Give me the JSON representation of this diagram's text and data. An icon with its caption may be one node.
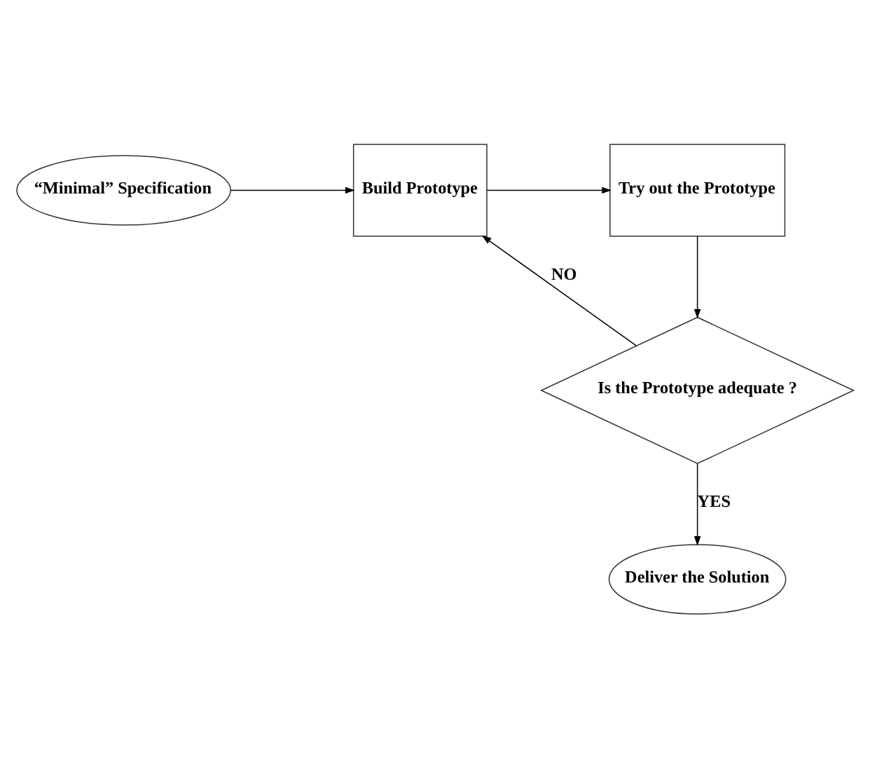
{
  "diagram": {
    "nodes": [
      {
        "text": [
          "“Minimal” Specification"
        ]
      },
      {
        "text": [
          "Build Prototype"
        ]
      },
      {
        "text": [
          "Try out the Prototype"
        ]
      },
      {
        "text": [
          "Is the Prototype adequate ?"
        ]
      },
      {
        "text": [
          "Deliver the Solution"
        ]
      }
    ],
    "edges": [
      {
        "from": 0,
        "to": 1,
        "arrow": "to"
      },
      {
        "from": 1,
        "to": 2,
        "arrow": "to"
      },
      {
        "from": 2,
        "to": 3,
        "arrow": "to"
      },
      {
        "from": 3,
        "to": 1,
        "arrow": "to",
        "label": "NO"
      },
      {
        "from": 3,
        "to": 4,
        "arrow": "to",
        "label": "YES"
      }
    ]
  }
}
